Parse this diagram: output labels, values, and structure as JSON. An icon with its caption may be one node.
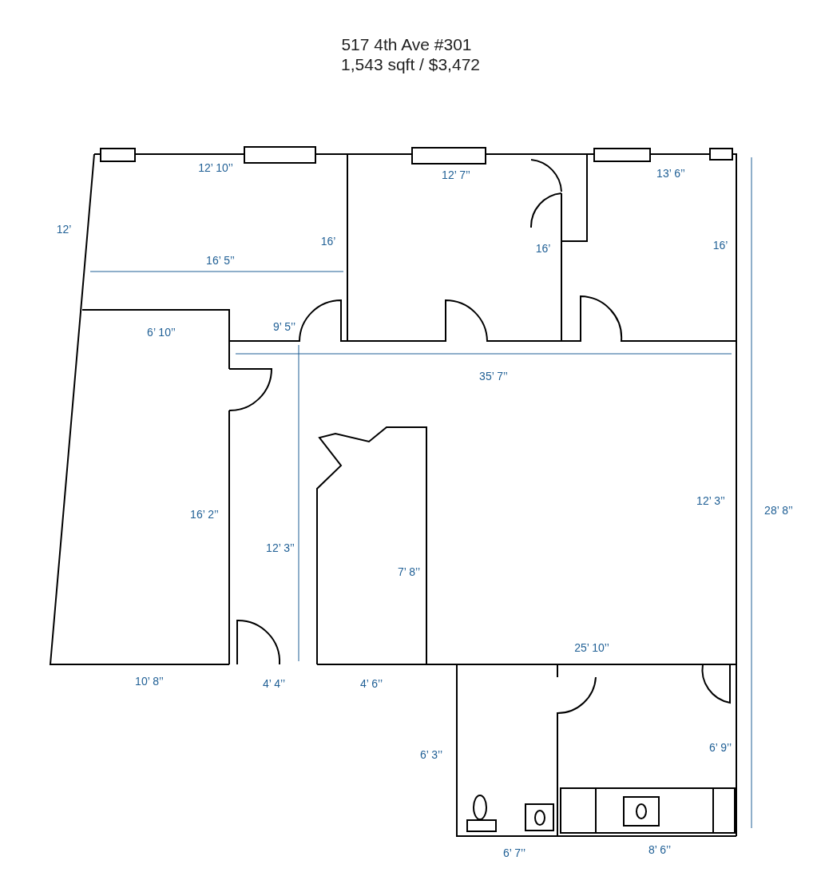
{
  "diagram": {
    "title": "517 4th Ave #301",
    "labels": [
      "1,543 sqft / $3,472",
      "12’ 10’’",
      "12’ 7’’",
      "13’ 6’’",
      "12’",
      "16’",
      "16’",
      "16’",
      "16’ 5’’",
      "6’ 10’’",
      "9’ 5’’",
      "35’ 7’’",
      "12’ 3’’",
      "28’ 8’’",
      "16’ 2’’",
      "12’ 3’’",
      "7’ 8’’",
      "25’ 10’’",
      "10’ 8’’",
      "4’ 4’’",
      "4’ 6’’",
      "6’ 3’’",
      "6’ 9’’",
      "6’ 7’’",
      "8’ 6’’"
    ]
  }
}
